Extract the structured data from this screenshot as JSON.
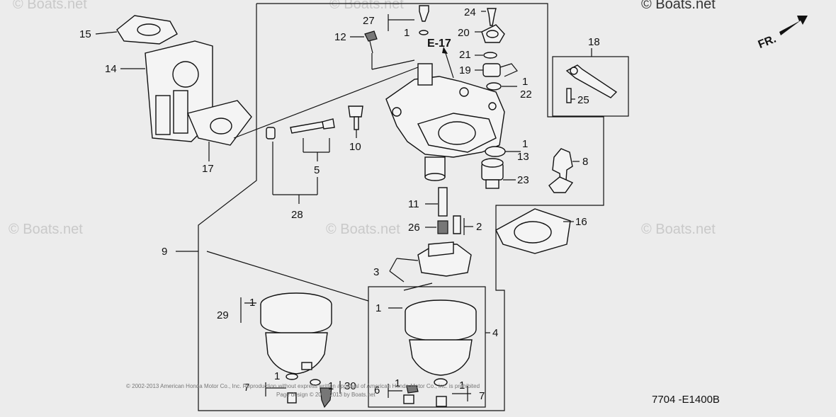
{
  "watermarks": [
    "© Boats.net",
    "© Boats.net",
    "© Boats.net",
    "© Boats.net",
    "© Boats.net",
    "© Boats.net"
  ],
  "copyright": "© 2002-2013 American Honda Motor Co., Inc. Reproduction without express written approval of American Honda Motor Co., Inc. is prohibited",
  "copyright2": "Page design © 2002-2013 by Boats.net",
  "ref_label": "E-17",
  "direction_label": "FR.",
  "diagram_code": "7704  -E1400B",
  "callouts": {
    "c1": "1",
    "c2": "2",
    "c3": "3",
    "c4": "4",
    "c5": "5",
    "c6": "6",
    "c7": "7",
    "c8": "8",
    "c9": "9",
    "c10": "10",
    "c11": "11",
    "c12": "12",
    "c13": "13",
    "c14": "14",
    "c15": "15",
    "c16": "16",
    "c17": "17",
    "c18": "18",
    "c19": "19",
    "c20": "20",
    "c21": "21",
    "c22": "22",
    "c23": "23",
    "c24": "24",
    "c25": "25",
    "c26": "26",
    "c27": "27",
    "c28": "28",
    "c29": "29",
    "c30": "30"
  },
  "colors": {
    "background": "#ececec",
    "ink": "#111111",
    "watermark": "#c9c9c9"
  }
}
